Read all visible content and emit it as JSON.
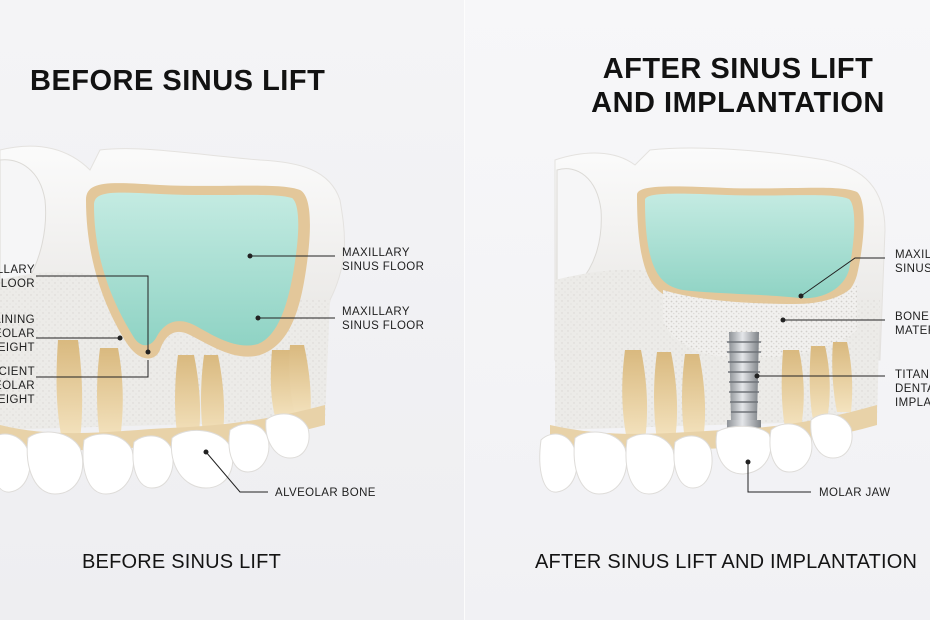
{
  "before": {
    "title": "BEFORE SINUS LIFT",
    "caption": "BEFORE SINUS LIFT",
    "labels": {
      "sinus_floor_top": "MAXILLARY\nSINUS FLOOR",
      "sinus_floor_mid": "MAXILLARY\nSINUS FLOOR",
      "alveolar_bone": "ALVEOLAR BONE",
      "left_maxillary": "MAXILLARY\nFLOOR",
      "left_remaining": "REMAINING\nALVEOLAR\nHEIGHT",
      "left_deficient": "DEFICIENT\nALVEOLAR\nHEIGHT"
    }
  },
  "after": {
    "title_line1": "AFTER SINUS LIFT",
    "title_line2": "AND IMPLANTATION",
    "caption": "AFTER SINUS LIFT AND IMPLANTATION",
    "labels": {
      "maxillary": "MAXILLARY\nSINUS",
      "bone_graft": "BONE\nMATERIAL",
      "titanium": "TITANIUM\nDENTAL\nIMPLANT",
      "molar_jaw": "MOLAR JAW"
    }
  },
  "colors": {
    "sinus": "#a9ddd2",
    "membrane": "#e3c79a",
    "bone": "#ebe9e6",
    "tooth": "#ffffff",
    "root": "#e8cf9c",
    "implant": "#b9bcc0"
  }
}
